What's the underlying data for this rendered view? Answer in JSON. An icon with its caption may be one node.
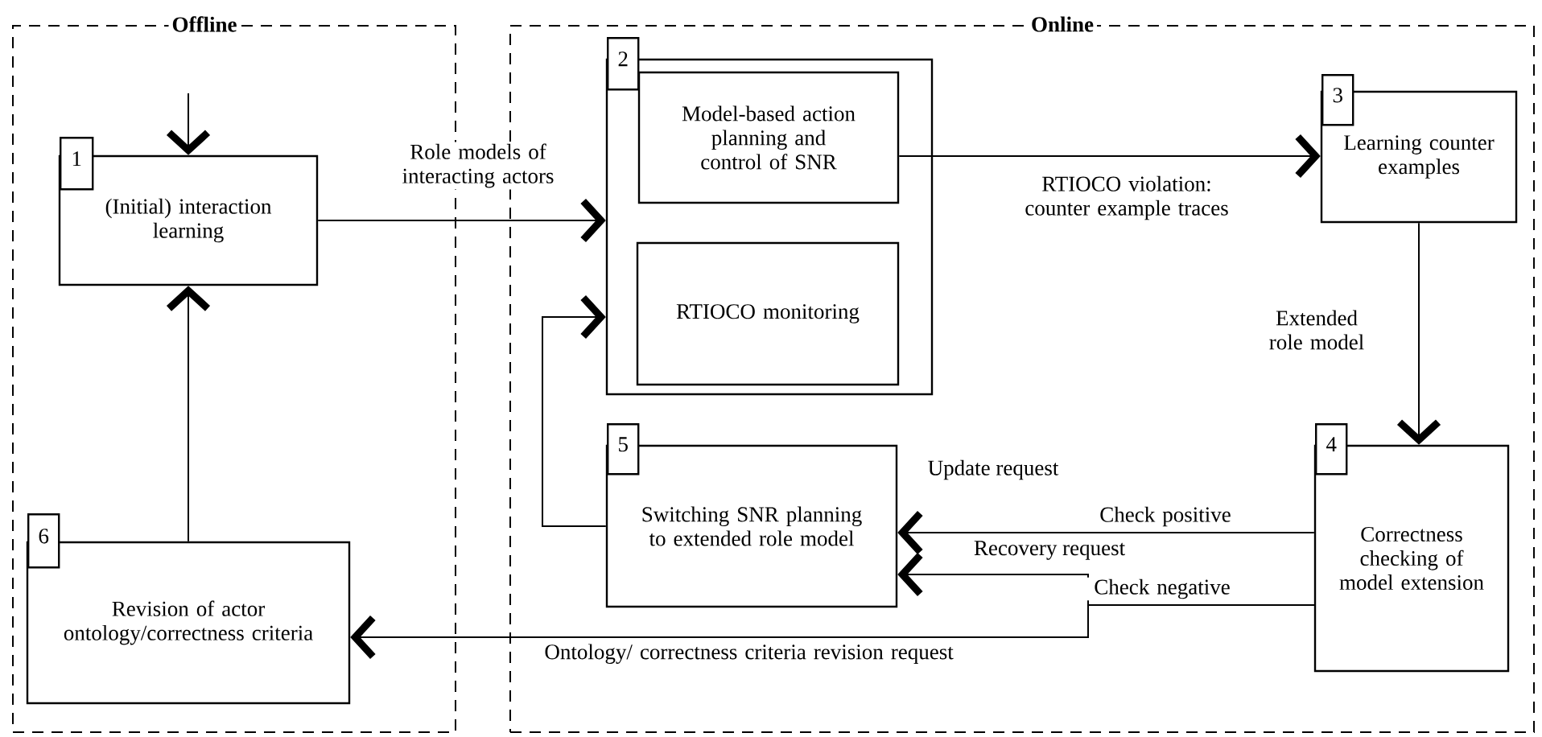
{
  "diagram": {
    "nodes": [
      {
        "text": [
          "Offline"
        ]
      },
      {
        "text": [
          "Online"
        ]
      },
      {
        "text": [
          "1",
          "(Initial) interaction learning"
        ],
        "in": 0
      },
      {
        "text": [
          "2"
        ],
        "in": 1
      },
      {
        "text": [
          "Model-based action planning and control of SNR"
        ],
        "in": 3
      },
      {
        "text": [
          "RTIOCO monitoring"
        ],
        "in": 3
      },
      {
        "text": [
          "3",
          "Learning counter examples"
        ],
        "in": 1
      },
      {
        "text": [
          "4",
          "Correctness checking of model extension"
        ],
        "in": 1
      },
      {
        "text": [
          "5",
          "Switching SNR planning to extended role model"
        ],
        "in": 1
      },
      {
        "text": [
          "6",
          "Revision of actor ontology/correctness criteria"
        ],
        "in": 0
      }
    ],
    "edges": [
      {
        "from": null,
        "to": 2,
        "arrow": "to"
      },
      {
        "from": 9,
        "to": 2,
        "arrow": "to"
      },
      {
        "from": 2,
        "to": 3,
        "arrow": "to",
        "label": "Role models of interacting actors"
      },
      {
        "from": 8,
        "to": 3,
        "arrow": "to"
      },
      {
        "from": 4,
        "to": 6,
        "arrow": "to",
        "label": "RTIOCO violation: counter example traces"
      },
      {
        "from": 6,
        "to": 7,
        "arrow": "to",
        "label": "Extended role model"
      },
      {
        "from": 7,
        "to": 8,
        "arrow": "to",
        "label": "Check positive"
      },
      {
        "from": 7,
        "to": 8,
        "arrow": "to",
        "label": "Check negative"
      },
      {
        "from": 7,
        "to": 9,
        "arrow": "to",
        "label": "Ontology/ correctness criteria revision request"
      }
    ],
    "labels": [
      "Update request",
      "Recovery request"
    ]
  }
}
